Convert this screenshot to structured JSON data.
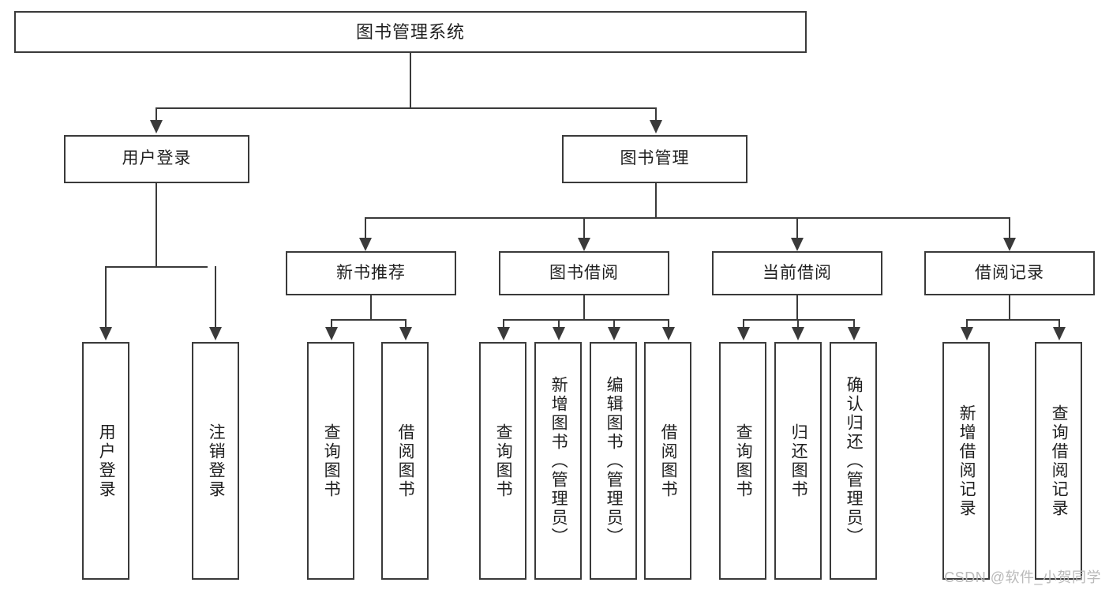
{
  "diagram": {
    "title": "图书管理系统",
    "type": "tree",
    "watermark": "CSDN @软件_小贺同学",
    "colors": {
      "box_border": "#3a3a3a",
      "box_fill": "#ffffff",
      "connector": "#3a3a3a",
      "text": "#1f1f1f",
      "watermark": "#b9b9b9",
      "background": "#ffffff"
    },
    "root": {
      "label": "图书管理系统"
    },
    "level2": [
      {
        "label": "用户登录"
      },
      {
        "label": "图书管理"
      }
    ],
    "level3": [
      {
        "label": "新书推荐"
      },
      {
        "label": "图书借阅"
      },
      {
        "label": "当前借阅"
      },
      {
        "label": "借阅记录"
      }
    ],
    "leaves": {
      "user_login": [
        {
          "label": "用户登录"
        },
        {
          "label": "注销登录"
        }
      ],
      "new_book_recommend": [
        {
          "label": "查询图书"
        },
        {
          "label": "借阅图书"
        }
      ],
      "book_borrow": [
        {
          "label": "查询图书"
        },
        {
          "label": "新增图书（管理员）"
        },
        {
          "label": "编辑图书（管理员）"
        },
        {
          "label": "借阅图书"
        }
      ],
      "current_borrow": [
        {
          "label": "查询图书"
        },
        {
          "label": "归还图书"
        },
        {
          "label": "确认归还（管理员）"
        }
      ],
      "borrow_record": [
        {
          "label": "新增借阅记录"
        },
        {
          "label": "查询借阅记录"
        }
      ]
    }
  }
}
